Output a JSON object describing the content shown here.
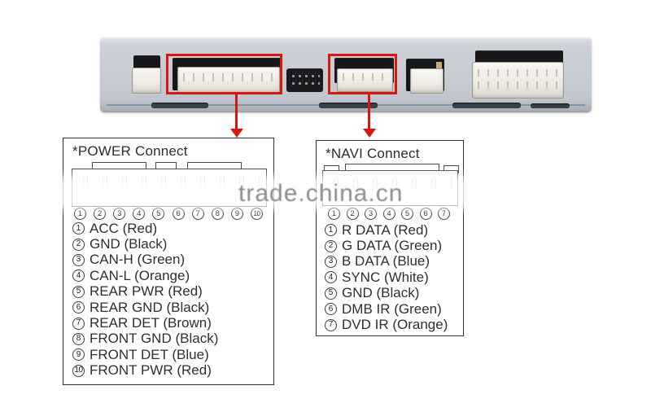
{
  "watermark": {
    "text": "trade.china.cn"
  },
  "colors": {
    "highlight_red": "#db1510",
    "panel_gray": "#c7ccd3",
    "text": "#2f2f2f",
    "watermark_gray": "#8c8c8c"
  },
  "power_box": {
    "title": "*POWER Connect",
    "pins": [
      {
        "num": "1",
        "label": "ACC (Red)"
      },
      {
        "num": "2",
        "label": "GND (Black)"
      },
      {
        "num": "3",
        "label": "CAN-H (Green)"
      },
      {
        "num": "4",
        "label": "CAN-L (Orange)"
      },
      {
        "num": "5",
        "label": "REAR PWR (Red)"
      },
      {
        "num": "6",
        "label": "REAR GND (Black)"
      },
      {
        "num": "7",
        "label": "REAR DET (Brown)"
      },
      {
        "num": "8",
        "label": "FRONT GND (Black)"
      },
      {
        "num": "9",
        "label": "FRONT DET (Blue)"
      },
      {
        "num": "10",
        "label": "FRONT PWR (Red)"
      }
    ]
  },
  "navi_box": {
    "title": "*NAVI Connect",
    "pins": [
      {
        "num": "1",
        "label": "R DATA (Red)"
      },
      {
        "num": "2",
        "label": "G DATA (Green)"
      },
      {
        "num": "3",
        "label": "B DATA (Blue)"
      },
      {
        "num": "4",
        "label": "SYNC (White)"
      },
      {
        "num": "5",
        "label": "GND (Black)"
      },
      {
        "num": "6",
        "label": "DMB IR (Green)"
      },
      {
        "num": "7",
        "label": "DVD IR (Orange)"
      }
    ]
  }
}
